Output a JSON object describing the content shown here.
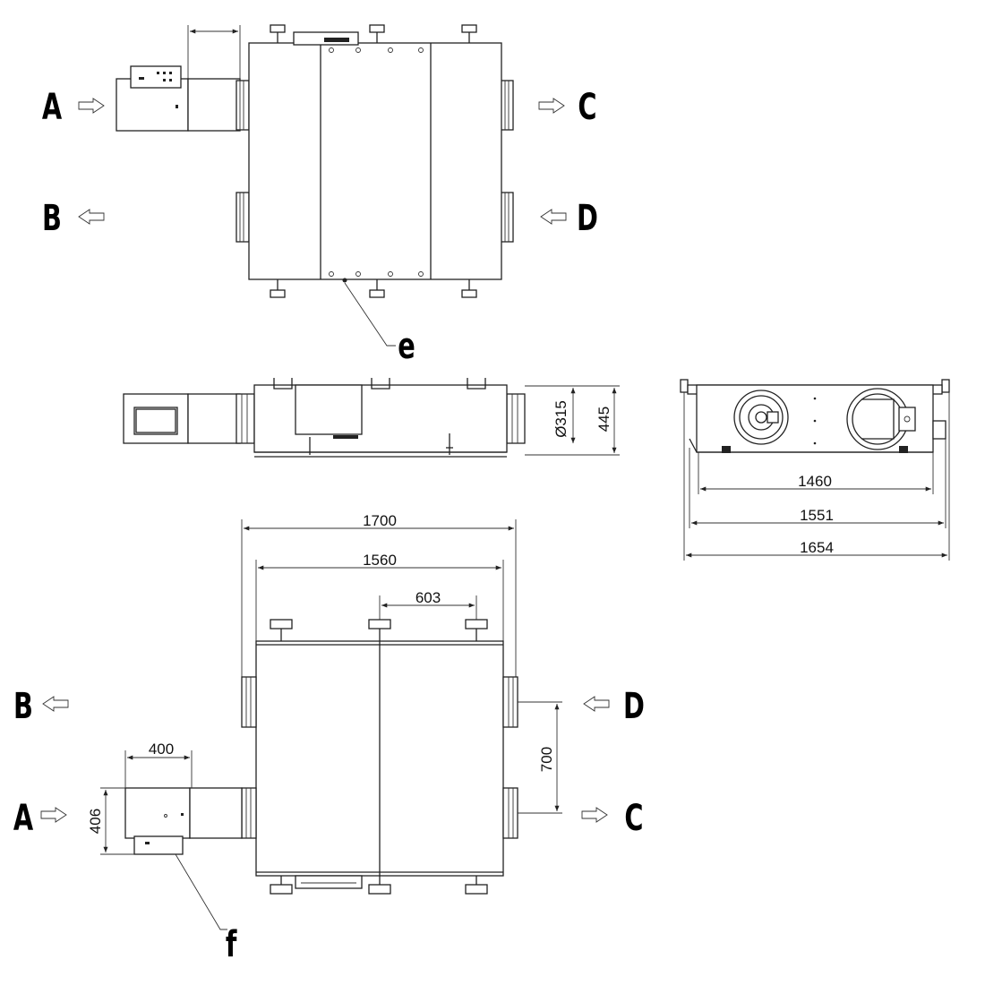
{
  "flow_labels": {
    "top": {
      "a": "A",
      "b": "B",
      "c": "C",
      "d": "D",
      "e": "e"
    },
    "bottom": {
      "a": "A",
      "b": "B",
      "c": "C",
      "d": "D",
      "f": "f"
    }
  },
  "dimensions": {
    "side_duct_diameter": "Ø315",
    "side_height": "445",
    "end_width_1": "1460",
    "end_width_2": "1551",
    "end_width_3": "1654",
    "overall_length": "1700",
    "body_length": "1560",
    "bracket_spacing": "603",
    "spigot_spacing": "700",
    "box_width": "400",
    "box_height": "406"
  }
}
